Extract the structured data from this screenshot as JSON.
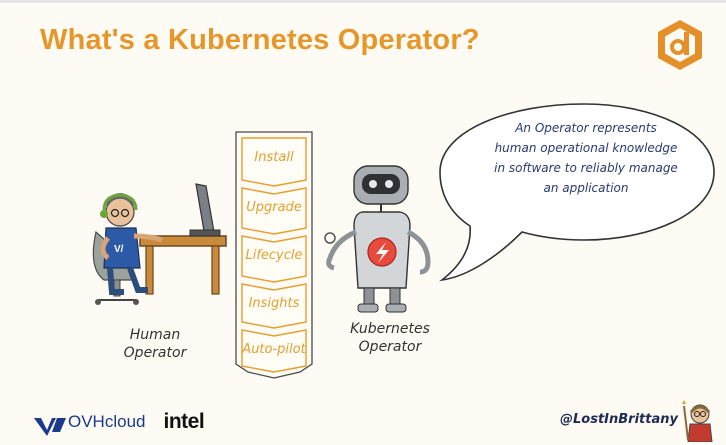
{
  "slide": {
    "title": "What's a Kubernetes Operator?"
  },
  "stack": {
    "items": [
      "Install",
      "Upgrade",
      "Lifecycle",
      "Insights",
      "Auto-pilot"
    ]
  },
  "human": {
    "line1": "Human",
    "line2": "Operator"
  },
  "robot": {
    "line1": "Kubernetes",
    "line2": "Operator"
  },
  "bubble": {
    "lines": [
      "An Operator represents",
      "human operational knowledge",
      "in software to reliably manage",
      "an application"
    ]
  },
  "footer": {
    "ovh": "OVHcloud",
    "intel": "intel",
    "handle": "@LostInBrittany"
  },
  "colors": {
    "title": "#e7962a",
    "stack": "#e3a030",
    "bubble_text": "#2b3a72",
    "ovh": "#1a3a8c"
  }
}
